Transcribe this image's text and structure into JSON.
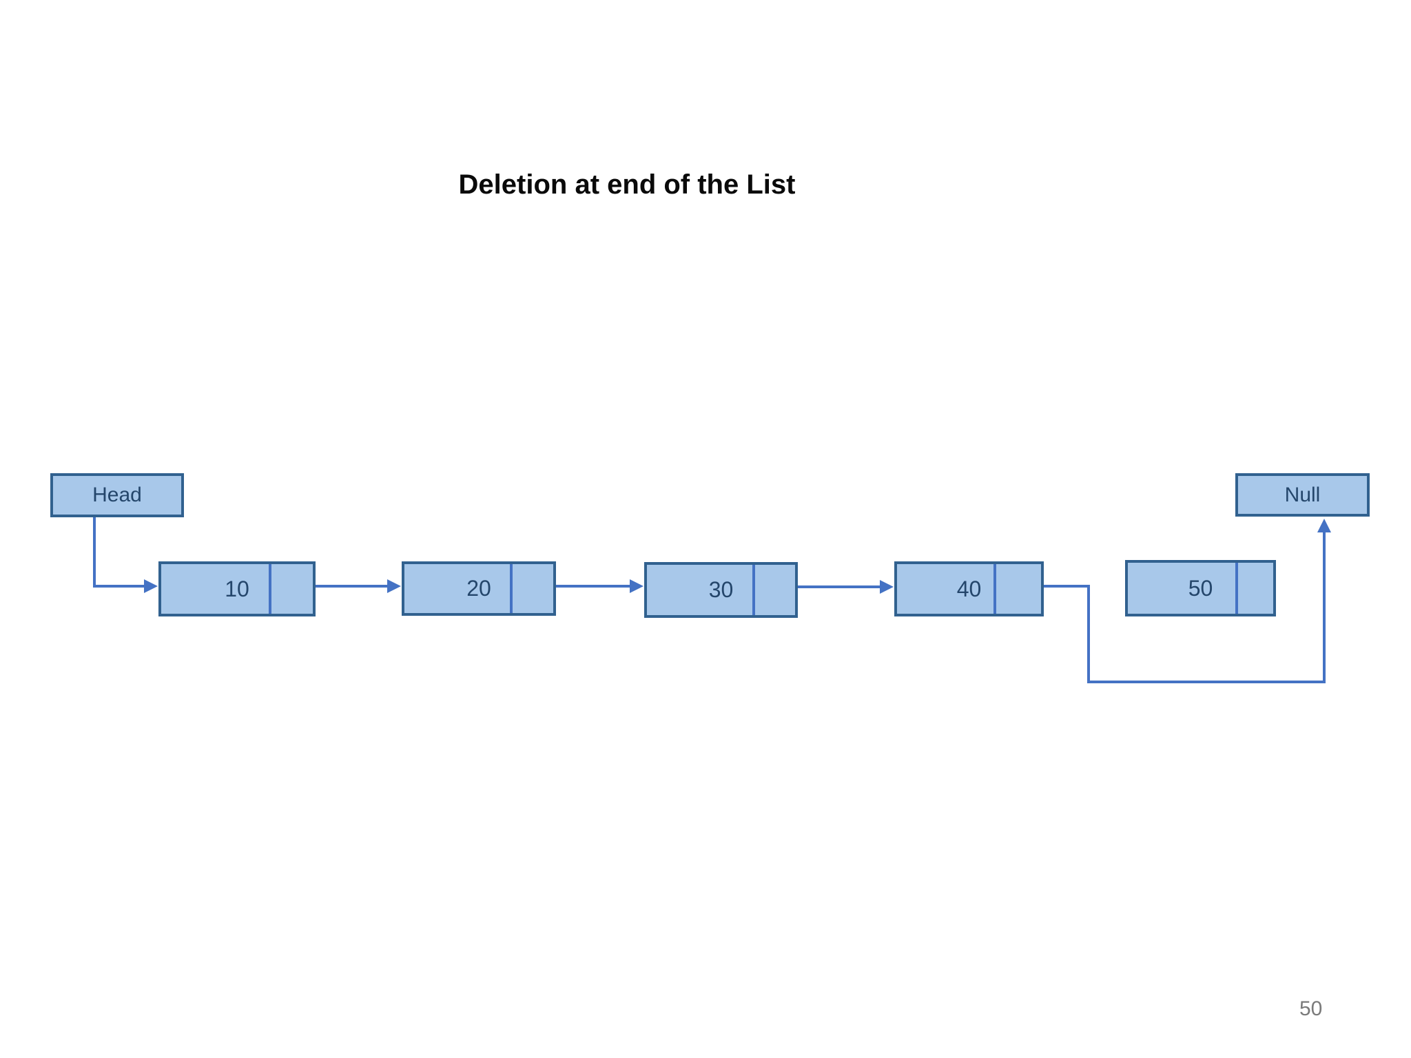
{
  "slide": {
    "title": "Deletion at end of the List",
    "page_number": "50"
  },
  "diagram": {
    "head_label": "Head",
    "null_label": "Null",
    "nodes": [
      {
        "value": "10"
      },
      {
        "value": "20"
      },
      {
        "value": "30"
      },
      {
        "value": "40"
      },
      {
        "value": "50"
      }
    ],
    "links": [
      {
        "from": "Head",
        "to": "10"
      },
      {
        "from": "10",
        "to": "20"
      },
      {
        "from": "20",
        "to": "30"
      },
      {
        "from": "30",
        "to": "40"
      },
      {
        "from": "40",
        "to": "Null"
      }
    ],
    "colors": {
      "node_fill": "#A8C8EA",
      "node_border": "#31618F",
      "connector": "#4472C4",
      "node_text": "#24466B",
      "title_text": "#0A0A0A",
      "page_number_text": "#7A7A7A"
    }
  }
}
